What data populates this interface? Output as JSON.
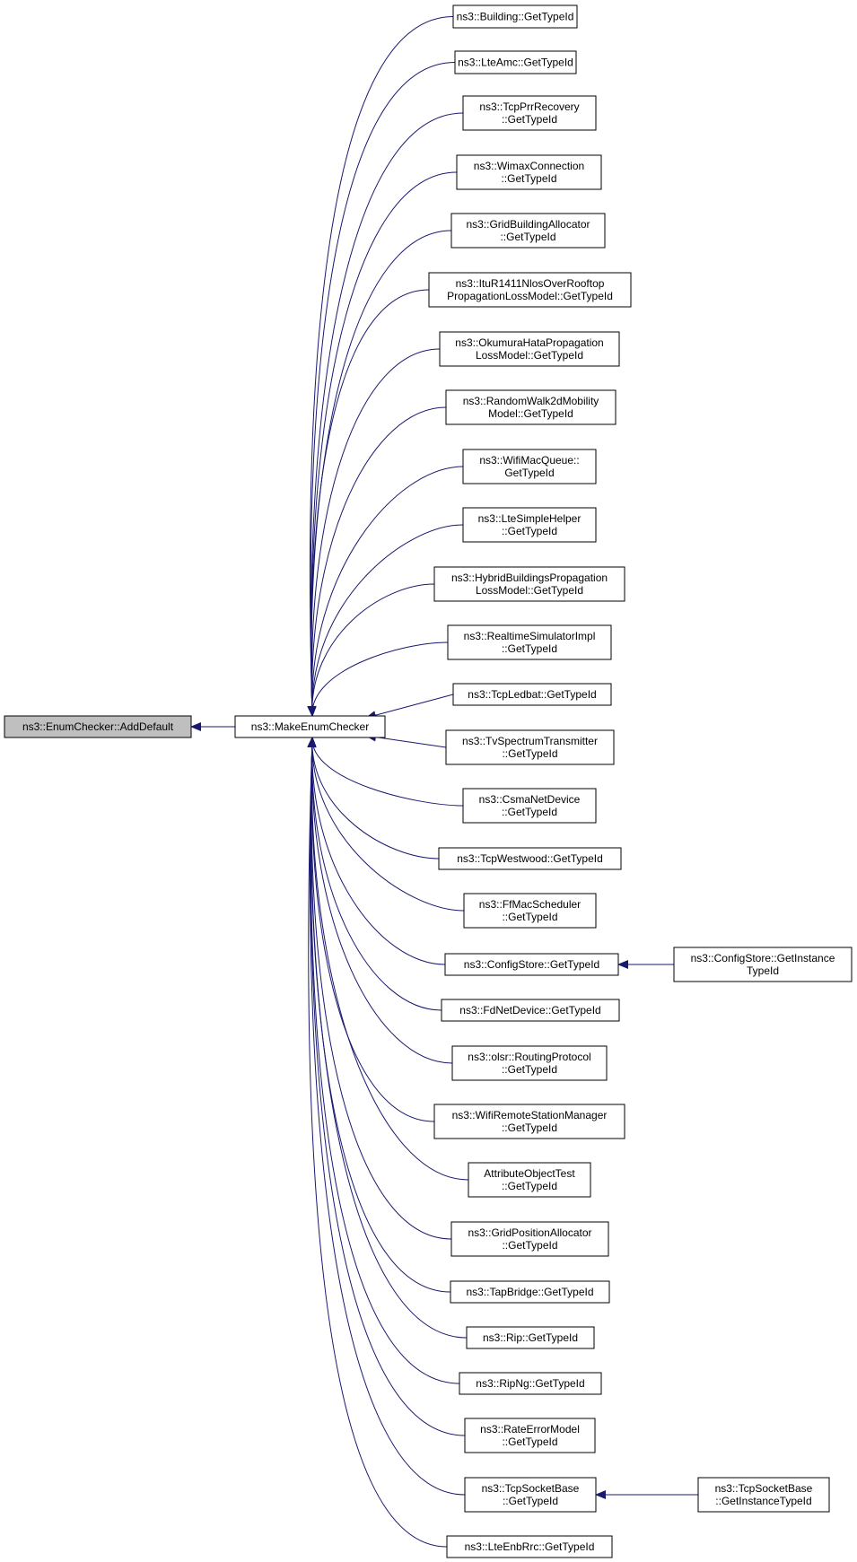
{
  "graph": {
    "root": {
      "id": "addDefault",
      "lines": [
        "ns3::EnumChecker::AddDefault"
      ]
    },
    "hub": {
      "id": "makeEnum",
      "lines": [
        "ns3::MakeEnumChecker"
      ]
    },
    "callers": [
      {
        "id": "c1",
        "lines": [
          "ns3::Building::GetTypeId"
        ]
      },
      {
        "id": "c2",
        "lines": [
          "ns3::LteAmc::GetTypeId"
        ]
      },
      {
        "id": "c3",
        "lines": [
          "ns3::TcpPrrRecovery",
          "::GetTypeId"
        ]
      },
      {
        "id": "c4",
        "lines": [
          "ns3::WimaxConnection",
          "::GetTypeId"
        ]
      },
      {
        "id": "c5",
        "lines": [
          "ns3::GridBuildingAllocator",
          "::GetTypeId"
        ]
      },
      {
        "id": "c6",
        "lines": [
          "ns3::ItuR1411NlosOverRooftop",
          "PropagationLossModel::GetTypeId"
        ]
      },
      {
        "id": "c7",
        "lines": [
          "ns3::OkumuraHataPropagation",
          "LossModel::GetTypeId"
        ]
      },
      {
        "id": "c8",
        "lines": [
          "ns3::RandomWalk2dMobility",
          "Model::GetTypeId"
        ]
      },
      {
        "id": "c9",
        "lines": [
          "ns3::WifiMacQueue::",
          "GetTypeId"
        ]
      },
      {
        "id": "c10",
        "lines": [
          "ns3::LteSimpleHelper",
          "::GetTypeId"
        ]
      },
      {
        "id": "c11",
        "lines": [
          "ns3::HybridBuildingsPropagation",
          "LossModel::GetTypeId"
        ]
      },
      {
        "id": "c12",
        "lines": [
          "ns3::RealtimeSimulatorImpl",
          "::GetTypeId"
        ]
      },
      {
        "id": "c13",
        "lines": [
          "ns3::TcpLedbat::GetTypeId"
        ]
      },
      {
        "id": "c14",
        "lines": [
          "ns3::TvSpectrumTransmitter",
          "::GetTypeId"
        ]
      },
      {
        "id": "c15",
        "lines": [
          "ns3::CsmaNetDevice",
          "::GetTypeId"
        ]
      },
      {
        "id": "c16",
        "lines": [
          "ns3::TcpWestwood::GetTypeId"
        ]
      },
      {
        "id": "c17",
        "lines": [
          "ns3::FfMacScheduler",
          "::GetTypeId"
        ]
      },
      {
        "id": "c18",
        "lines": [
          "ns3::ConfigStore::GetTypeId"
        ]
      },
      {
        "id": "c19",
        "lines": [
          "ns3::FdNetDevice::GetTypeId"
        ]
      },
      {
        "id": "c20",
        "lines": [
          "ns3::olsr::RoutingProtocol",
          "::GetTypeId"
        ]
      },
      {
        "id": "c21",
        "lines": [
          "ns3::WifiRemoteStationManager",
          "::GetTypeId"
        ]
      },
      {
        "id": "c22",
        "lines": [
          "AttributeObjectTest",
          "::GetTypeId"
        ]
      },
      {
        "id": "c23",
        "lines": [
          "ns3::GridPositionAllocator",
          "::GetTypeId"
        ]
      },
      {
        "id": "c24",
        "lines": [
          "ns3::TapBridge::GetTypeId"
        ]
      },
      {
        "id": "c25",
        "lines": [
          "ns3::Rip::GetTypeId"
        ]
      },
      {
        "id": "c26",
        "lines": [
          "ns3::RipNg::GetTypeId"
        ]
      },
      {
        "id": "c27",
        "lines": [
          "ns3::RateErrorModel",
          "::GetTypeId"
        ]
      },
      {
        "id": "c28",
        "lines": [
          "ns3::TcpSocketBase",
          "::GetTypeId"
        ]
      },
      {
        "id": "c29",
        "lines": [
          "ns3::LteEnbRrc::GetTypeId"
        ]
      }
    ],
    "secondary": [
      {
        "id": "s1",
        "caller": "c18",
        "lines": [
          "ns3::ConfigStore::GetInstance",
          "TypeId"
        ]
      },
      {
        "id": "s2",
        "caller": "c28",
        "lines": [
          "ns3::TcpSocketBase",
          "::GetInstanceTypeId"
        ]
      }
    ],
    "colors": {
      "edge": "#191970",
      "root_fill": "#bfbfbf",
      "box_stroke": "#000000"
    }
  }
}
